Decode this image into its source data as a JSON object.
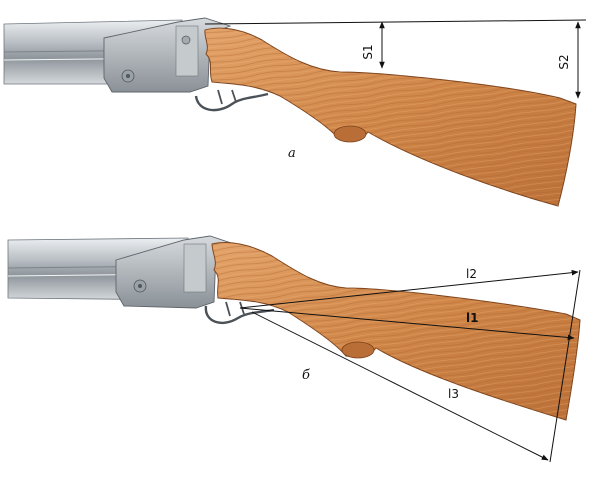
{
  "panels": [
    {
      "label": "а",
      "dimensions": {
        "s1": "S1",
        "s2": "S2"
      }
    },
    {
      "label": "б",
      "dimensions": {
        "l1": "l1",
        "l2": "l2",
        "l3": "l3"
      }
    }
  ],
  "colors": {
    "wood": "#d28a4e",
    "wood_dark": "#a85d2c",
    "wood_light": "#e7ab72",
    "metal": "#b3b9bf",
    "metal_dark": "#6f767d",
    "metal_light": "#dfe3e6",
    "line": "#111111"
  }
}
